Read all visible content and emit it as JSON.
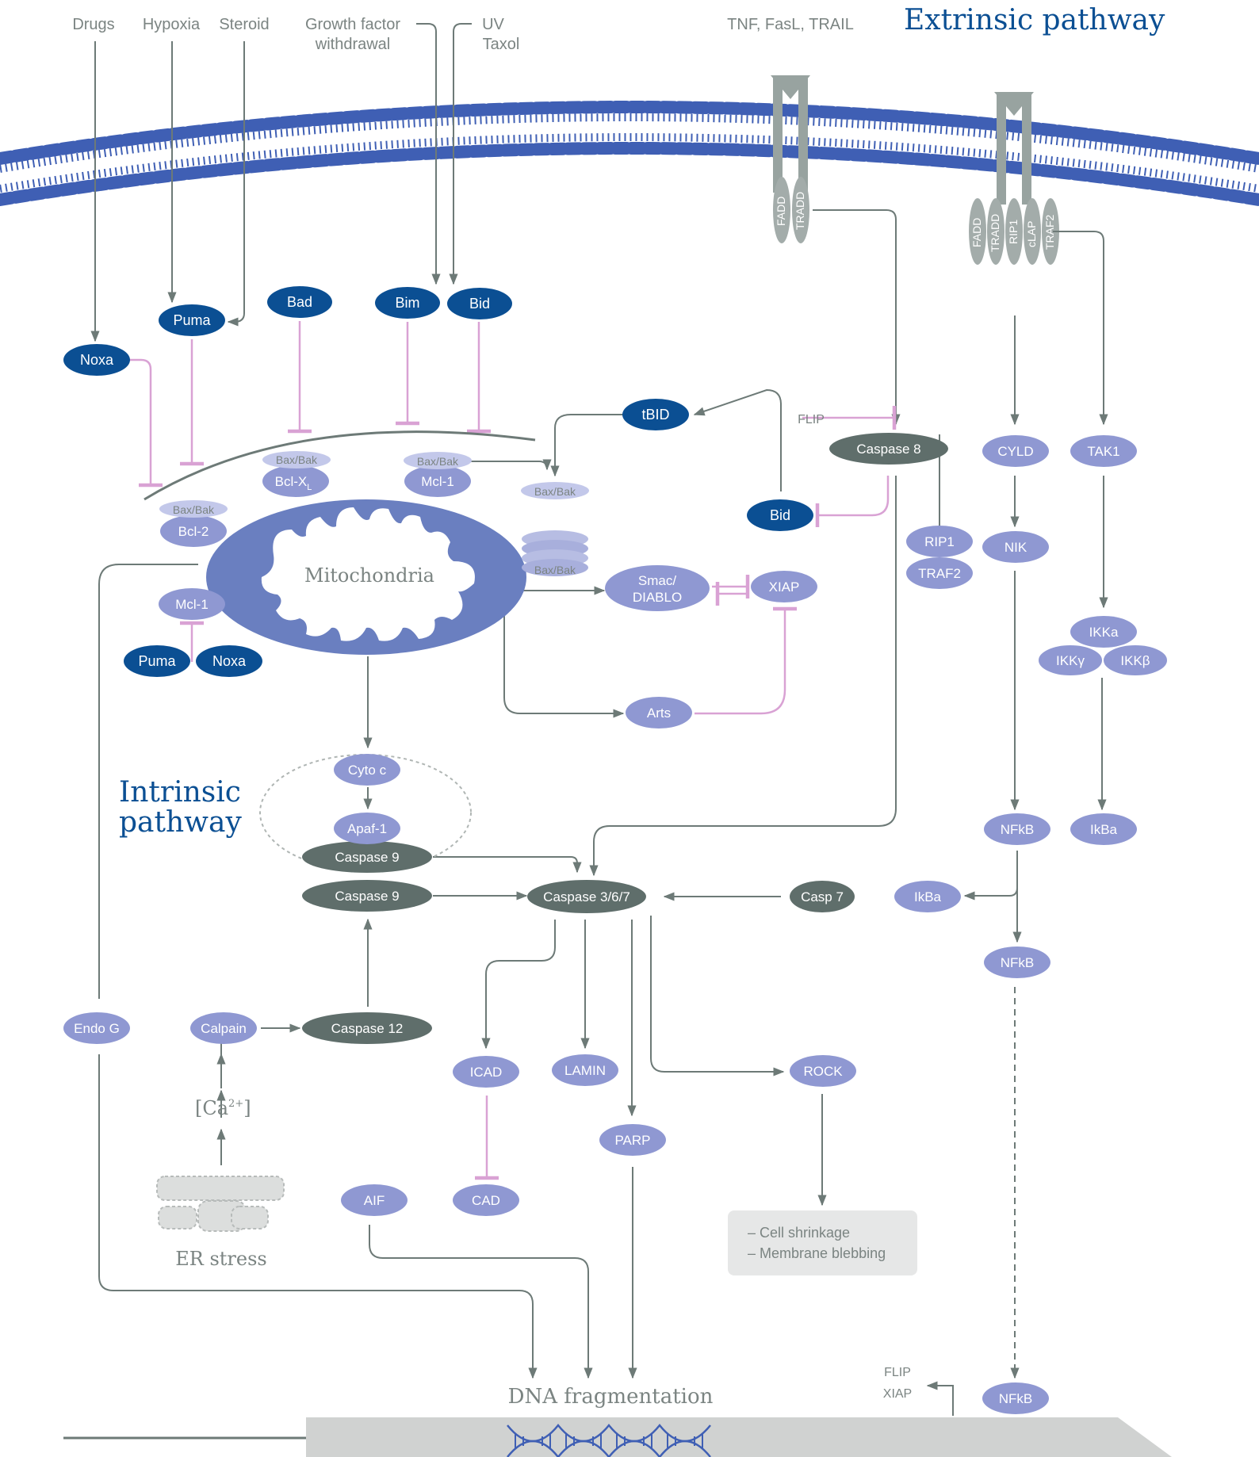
{
  "titles": {
    "extrinsic": "Extrinsic pathway",
    "intrinsic_line1": "Intrinsic",
    "intrinsic_line2": "pathway"
  },
  "stimuli": {
    "drugs": "Drugs",
    "hypoxia": "Hypoxia",
    "steroid": "Steroid",
    "growth_factor_line1": "Growth factor",
    "growth_factor_line2": "withdrawal",
    "uv_line1": "UV",
    "uv_line2": "Taxol",
    "death_ligands": "TNF, FasL, TRAIL"
  },
  "receptor1_adaptors": [
    "FADD",
    "TRADD"
  ],
  "receptor2_adaptors": [
    "FADD",
    "TRADD",
    "RIP1",
    "cLAP",
    "TRAF2"
  ],
  "nodes": {
    "noxa_top": "Noxa",
    "puma_top": "Puma",
    "bad": "Bad",
    "bim": "Bim",
    "bid_top": "Bid",
    "tbid": "tBID",
    "bid_mid": "Bid",
    "flip_inhibitor": "FLIP",
    "caspase8": "Caspase 8",
    "rip1": "RIP1",
    "traf2": "TRAF2",
    "cyld": "CYLD",
    "tak1": "TAK1",
    "nik": "NIK",
    "ikka": "IKKa",
    "ikkg": "IKKγ",
    "ikkb": "IKKβ",
    "nfkb1": "NFkB",
    "ikba_right": "IkBa",
    "ikba_left": "IkBa",
    "nfkb2": "NFkB",
    "nfkb3": "NFkB",
    "flip_out": "FLIP",
    "xiap_out": "XIAP",
    "baxbak1": "Bax/Bak",
    "baxbak2": "Bax/Bak",
    "baxbak3": "Bax/Bak",
    "baxbak4": "Bax/Bak",
    "baxbak_stack": "Bax/Bak",
    "bclxl": "Bcl-X",
    "bclxl_sub": "L",
    "mcl1_top": "Mcl-1",
    "bcl2": "Bcl-2",
    "mcl1_left": "Mcl-1",
    "puma_bottom": "Puma",
    "noxa_bottom": "Noxa",
    "mitochondria": "Mitochondria",
    "smac_line1": "Smac/",
    "smac_line2": "DIABLO",
    "xiap": "XIAP",
    "arts": "Arts",
    "cyto_c": "Cyto c",
    "apaf1": "Apaf-1",
    "caspase9_apo": "Caspase 9",
    "caspase9": "Caspase 9",
    "caspase367": "Caspase 3/6/7",
    "casp7": "Casp 7",
    "endo_g": "Endo G",
    "calpain": "Calpain",
    "caspase12": "Caspase 12",
    "calcium_main": "[Ca",
    "calcium_sup": "2+",
    "calcium_close": "]",
    "er_stress": "ER stress",
    "icad": "ICAD",
    "lamin": "LAMIN",
    "rock": "ROCK",
    "parp": "PARP",
    "aif": "AIF",
    "cad": "CAD",
    "shrinkage_line1": "– Cell shrinkage",
    "shrinkage_line2": "– Membrane blebbing",
    "dna_fragmentation": "DNA fragmentation"
  },
  "colors": {
    "dark_blue": "#0b4f93",
    "medium_purple": "#8f98d2",
    "light_purple": "#b7bde3",
    "dark_gray": "#5f6e6b",
    "arrow_gray": "#6d7a77",
    "inhibit_pink": "#d9a2d4",
    "membrane_blue": "#3f5fb4",
    "mito_blue": "#6a7fc0",
    "title_blue": "#0b4f93",
    "text_gray": "#7b8482"
  }
}
